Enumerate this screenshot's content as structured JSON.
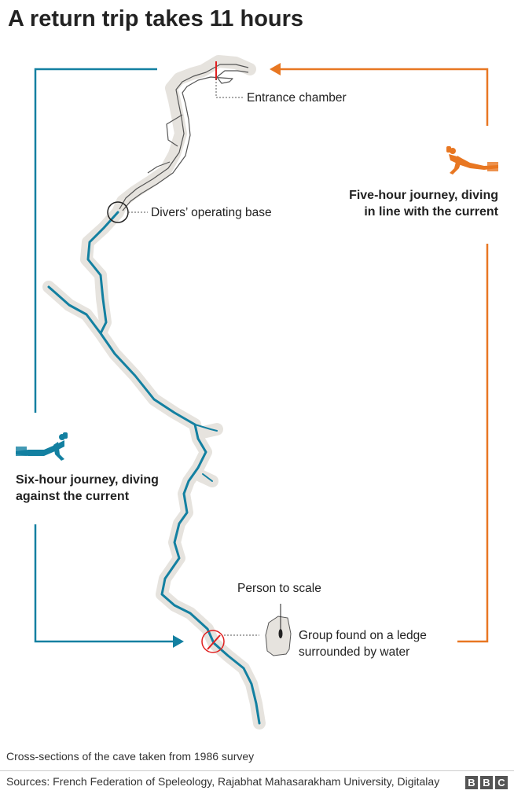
{
  "title": "A return trip takes 11 hours",
  "labels": {
    "entrance": "Entrance chamber",
    "base": "Divers’ operating base",
    "five_hour_line1": "Five-hour journey, diving",
    "five_hour_line2": "in line with the current",
    "six_hour_line1": "Six-hour journey, diving",
    "six_hour_line2": "against the current",
    "person_scale": "Person to scale",
    "group_line1": "Group found on a ledge",
    "group_line2": "surrounded by water"
  },
  "caption": "Cross-sections of the cave taken from 1986 survey",
  "sources": "Sources: French Federation of Speleology, Rajabhat Mahasarakham University, Digitalay",
  "logo": [
    "B",
    "B",
    "C"
  ],
  "colors": {
    "inbound": "#e87722",
    "outbound": "#1380a1",
    "cave_glow": "#e6e3de",
    "dry_cave": "#555555",
    "marker": "#e02020"
  }
}
